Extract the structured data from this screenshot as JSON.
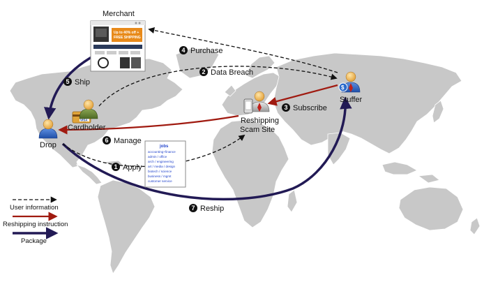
{
  "actors": {
    "merchant": "Merchant",
    "cardholder": "Cardholder",
    "drop": "Drop",
    "stuffer": "Stuffer",
    "site_line1": "Reshipping",
    "site_line2": "Scam Site"
  },
  "steps": [
    {
      "num": "1",
      "label": "Apply"
    },
    {
      "num": "2",
      "label": "Data Breach"
    },
    {
      "num": "3",
      "label": "Subscribe"
    },
    {
      "num": "4",
      "label": "Purchase"
    },
    {
      "num": "5",
      "label": "Ship"
    },
    {
      "num": "6",
      "label": "Manage"
    },
    {
      "num": "7",
      "label": "Reship"
    }
  ],
  "legend": {
    "user_info": "User information",
    "instruction": "Reshipping instruction",
    "package": "Package"
  },
  "jobs_ad": {
    "title": "jobs",
    "lines": [
      "accounting+finance",
      "admin / office",
      "arch / engineering",
      "art / media / design",
      "biotech / science",
      "business / mgmt",
      "customer service"
    ]
  },
  "merchant_page": {
    "banner_line1": "Up to 40% off +",
    "banner_line2": "FREE SHIPPING"
  },
  "card_label": "VISA",
  "colors": {
    "map_land": "#c8c8c8",
    "user_info": "#111111",
    "instruction": "#a01a10",
    "package": "#221a55",
    "banner": "#e88a1a"
  }
}
